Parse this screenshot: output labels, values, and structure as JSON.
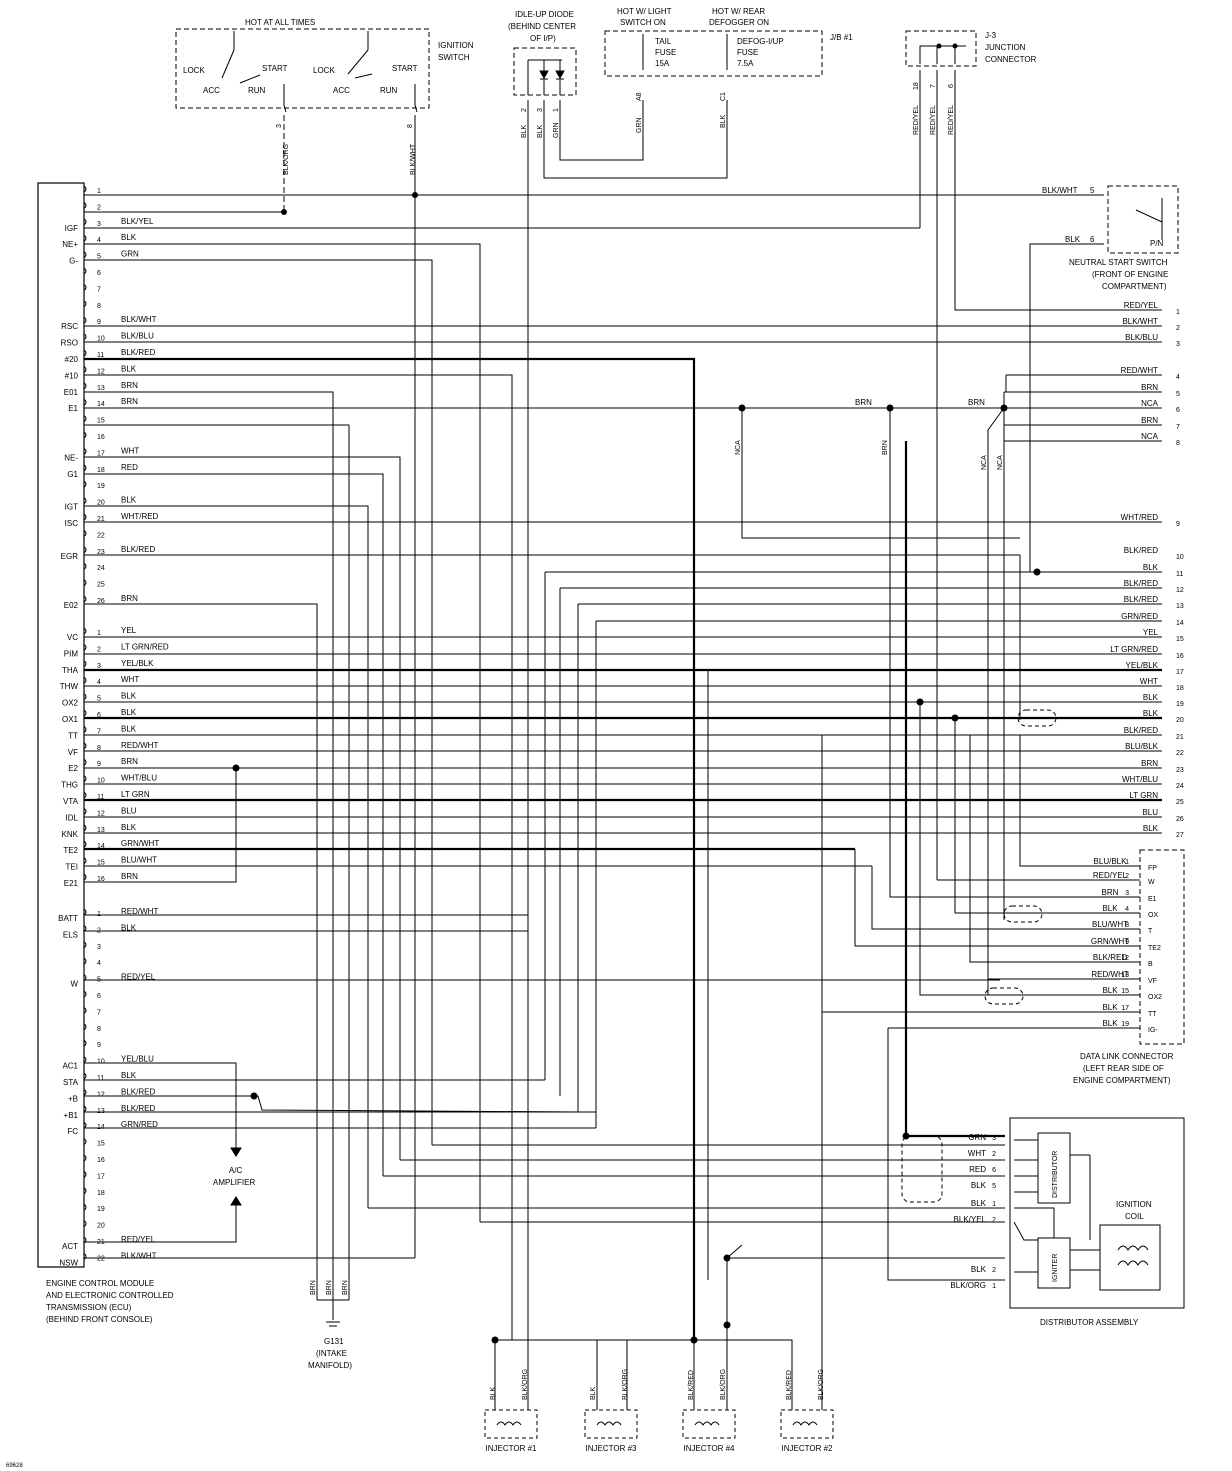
{
  "ecm": {
    "label_lines": [
      "ENGINE CONTROL MODULE",
      "AND ELECTRONIC CONTROLLED",
      "TRANSMISSION (ECU)",
      "(BEHIND FRONT CONSOLE)"
    ],
    "connectors": [
      {
        "pins": [
          {
            "n": "1",
            "name": "",
            "wire": ""
          },
          {
            "n": "2",
            "name": "",
            "wire": ""
          },
          {
            "n": "3",
            "name": "IGF",
            "wire": "BLK/YEL"
          },
          {
            "n": "4",
            "name": "NE+",
            "wire": "BLK"
          },
          {
            "n": "5",
            "name": "G-",
            "wire": "GRN"
          },
          {
            "n": "6",
            "name": "",
            "wire": ""
          },
          {
            "n": "7",
            "name": "",
            "wire": ""
          },
          {
            "n": "8",
            "name": "",
            "wire": ""
          },
          {
            "n": "9",
            "name": "RSC",
            "wire": "BLK/WHT"
          },
          {
            "n": "10",
            "name": "RSO",
            "wire": "BLK/BLU"
          },
          {
            "n": "11",
            "name": "#20",
            "wire": "BLK/RED"
          },
          {
            "n": "12",
            "name": "#10",
            "wire": "BLK"
          },
          {
            "n": "13",
            "name": "E01",
            "wire": "BRN"
          },
          {
            "n": "14",
            "name": "E1",
            "wire": "BRN"
          },
          {
            "n": "15",
            "name": "",
            "wire": ""
          },
          {
            "n": "16",
            "name": "",
            "wire": ""
          },
          {
            "n": "17",
            "name": "NE-",
            "wire": "WHT"
          },
          {
            "n": "18",
            "name": "G1",
            "wire": "RED"
          },
          {
            "n": "19",
            "name": "",
            "wire": ""
          },
          {
            "n": "20",
            "name": "IGT",
            "wire": "BLK"
          },
          {
            "n": "21",
            "name": "ISC",
            "wire": "WHT/RED"
          },
          {
            "n": "22",
            "name": "",
            "wire": ""
          },
          {
            "n": "23",
            "name": "EGR",
            "wire": "BLK/RED"
          },
          {
            "n": "24",
            "name": "",
            "wire": ""
          },
          {
            "n": "25",
            "name": "",
            "wire": ""
          },
          {
            "n": "26",
            "name": "E02",
            "wire": "BRN"
          }
        ]
      },
      {
        "pins": [
          {
            "n": "1",
            "name": "VC",
            "wire": "YEL"
          },
          {
            "n": "2",
            "name": "PIM",
            "wire": "LT GRN/RED"
          },
          {
            "n": "3",
            "name": "THA",
            "wire": "YEL/BLK"
          },
          {
            "n": "4",
            "name": "THW",
            "wire": "WHT"
          },
          {
            "n": "5",
            "name": "OX2",
            "wire": "BLK"
          },
          {
            "n": "6",
            "name": "OX1",
            "wire": "BLK"
          },
          {
            "n": "7",
            "name": "TT",
            "wire": "BLK"
          },
          {
            "n": "8",
            "name": "VF",
            "wire": "RED/WHT"
          },
          {
            "n": "9",
            "name": "E2",
            "wire": "BRN"
          },
          {
            "n": "10",
            "name": "THG",
            "wire": "WHT/BLU"
          },
          {
            "n": "11",
            "name": "VTA",
            "wire": "LT GRN"
          },
          {
            "n": "12",
            "name": "IDL",
            "wire": "BLU"
          },
          {
            "n": "13",
            "name": "KNK",
            "wire": "BLK"
          },
          {
            "n": "14",
            "name": "TE2",
            "wire": "GRN/WHT"
          },
          {
            "n": "15",
            "name": "TEI",
            "wire": "BLU/WHT"
          },
          {
            "n": "16",
            "name": "E21",
            "wire": "BRN"
          }
        ]
      },
      {
        "pins": [
          {
            "n": "1",
            "name": "BATT",
            "wire": "RED/WHT"
          },
          {
            "n": "2",
            "name": "ELS",
            "wire": "BLK"
          },
          {
            "n": "3",
            "name": "",
            "wire": ""
          },
          {
            "n": "4",
            "name": "",
            "wire": ""
          },
          {
            "n": "5",
            "name": "W",
            "wire": "RED/YEL"
          },
          {
            "n": "6",
            "name": "",
            "wire": ""
          },
          {
            "n": "7",
            "name": "",
            "wire": ""
          },
          {
            "n": "8",
            "name": "",
            "wire": ""
          },
          {
            "n": "9",
            "name": "",
            "wire": ""
          },
          {
            "n": "10",
            "name": "AC1",
            "wire": "YEL/BLU"
          },
          {
            "n": "11",
            "name": "STA",
            "wire": "BLK"
          },
          {
            "n": "12",
            "name": "+B",
            "wire": "BLK/RED"
          },
          {
            "n": "13",
            "name": "+B1",
            "wire": "BLK/RED"
          },
          {
            "n": "14",
            "name": "FC",
            "wire": "GRN/RED"
          },
          {
            "n": "15",
            "name": "",
            "wire": ""
          },
          {
            "n": "16",
            "name": "",
            "wire": ""
          },
          {
            "n": "17",
            "name": "",
            "wire": ""
          },
          {
            "n": "18",
            "name": "",
            "wire": ""
          },
          {
            "n": "19",
            "name": "",
            "wire": ""
          },
          {
            "n": "20",
            "name": "",
            "wire": ""
          },
          {
            "n": "21",
            "name": "ACT",
            "wire": "RED/YEL"
          },
          {
            "n": "22",
            "name": "NSW",
            "wire": "BLK/WHT"
          }
        ]
      }
    ]
  },
  "ignition_switch": {
    "title": "HOT AT ALL TIMES",
    "label_lines": [
      "IGNITION",
      "SWITCH"
    ],
    "positions": [
      "LOCK",
      "START",
      "ACC",
      "RUN"
    ],
    "wires": [
      {
        "pin": "3",
        "color": "BLK/ORG"
      },
      {
        "pin": "8",
        "color": "BLK/WHT"
      }
    ]
  },
  "idle_up_diode": {
    "label_lines": [
      "IDLE-UP DIODE",
      "(BEHIND CENTER",
      "OF I/P)"
    ],
    "wires": [
      {
        "pin": "2",
        "color": "BLK"
      },
      {
        "pin": "3",
        "color": "BLK"
      },
      {
        "pin": "1",
        "color": "GRN"
      }
    ]
  },
  "jb1": {
    "name": "J/B #1",
    "hot1_lines": [
      "HOT W/ LIGHT",
      "SWITCH ON"
    ],
    "hot2_lines": [
      "HOT W/ REAR",
      "DEFOGGER ON"
    ],
    "fuse1_lines": [
      "TAIL",
      "FUSE",
      "15A"
    ],
    "fuse2_lines": [
      "DEFOG-I/UP",
      "FUSE",
      "7.5A"
    ],
    "wires": [
      {
        "pin": "A8",
        "color": "GRN"
      },
      {
        "pin": "C1",
        "color": "BLK"
      }
    ]
  },
  "j3": {
    "label_lines": [
      "J-3",
      "JUNCTION",
      "CONNECTOR"
    ],
    "wires": [
      {
        "pin": "18",
        "color": "RED/YEL"
      },
      {
        "pin": "7",
        "color": "RED/YEL"
      },
      {
        "pin": "6",
        "color": "RED/YEL"
      }
    ]
  },
  "neutral_switch": {
    "label_lines": [
      "NEUTRAL START SWITCH",
      "(FRONT OF ENGINE",
      "COMPARTMENT)"
    ],
    "pn": "P/N",
    "wires": [
      {
        "pin": "5",
        "color": "BLK/WHT"
      },
      {
        "pin": "6",
        "color": "BLK"
      }
    ]
  },
  "right_terminals": [
    {
      "n": "1",
      "wire": "RED/YEL"
    },
    {
      "n": "2",
      "wire": "BLK/WHT"
    },
    {
      "n": "3",
      "wire": "BLK/BLU"
    },
    {
      "n": "4",
      "wire": "RED/WHT"
    },
    {
      "n": "5",
      "wire": "BRN"
    },
    {
      "n": "6",
      "wire": "NCA"
    },
    {
      "n": "7",
      "wire": "BRN"
    },
    {
      "n": "8",
      "wire": "NCA"
    },
    {
      "n": "9",
      "wire": "WHT/RED"
    },
    {
      "n": "10",
      "wire": "BLK/RED"
    },
    {
      "n": "11",
      "wire": "BLK"
    },
    {
      "n": "12",
      "wire": "BLK/RED"
    },
    {
      "n": "13",
      "wire": "BLK/RED"
    },
    {
      "n": "14",
      "wire": "GRN/RED"
    },
    {
      "n": "15",
      "wire": "YEL"
    },
    {
      "n": "16",
      "wire": "LT GRN/RED"
    },
    {
      "n": "17",
      "wire": "YEL/BLK"
    },
    {
      "n": "18",
      "wire": "WHT"
    },
    {
      "n": "19",
      "wire": "BLK"
    },
    {
      "n": "20",
      "wire": "BLK"
    },
    {
      "n": "21",
      "wire": "BLK/RED"
    },
    {
      "n": "22",
      "wire": "BLU/BLK"
    },
    {
      "n": "23",
      "wire": "BRN"
    },
    {
      "n": "24",
      "wire": "WHT/BLU"
    },
    {
      "n": "25",
      "wire": "LT GRN"
    },
    {
      "n": "26",
      "wire": "BLU"
    },
    {
      "n": "27",
      "wire": "BLK"
    }
  ],
  "data_link": {
    "label_lines": [
      "DATA LINK CONNECTOR",
      "(LEFT REAR SIDE OF",
      "ENGINE COMPARTMENT)"
    ],
    "pins": [
      {
        "wire": "BLU/BLK",
        "n": "1",
        "term": "FP"
      },
      {
        "wire": "RED/YEL",
        "n": "2",
        "term": "W"
      },
      {
        "wire": "BRN",
        "n": "3",
        "term": "E1"
      },
      {
        "wire": "BLK",
        "n": "4",
        "term": "OX"
      },
      {
        "wire": "BLU/WHT",
        "n": "8",
        "term": "T"
      },
      {
        "wire": "GRN/WHT",
        "n": "9",
        "term": "TE2"
      },
      {
        "wire": "BLK/RED",
        "n": "12",
        "term": "B"
      },
      {
        "wire": "RED/WHT",
        "n": "13",
        "term": "VF"
      },
      {
        "wire": "BLK",
        "n": "15",
        "term": "OX2"
      },
      {
        "wire": "BLK",
        "n": "17",
        "term": "TT"
      },
      {
        "wire": "BLK",
        "n": "19",
        "term": "IG-"
      }
    ]
  },
  "distributor_assembly": {
    "label": "DISTRIBUTOR ASSEMBLY",
    "distributor": "DISTRIBUTOR",
    "igniter": "IGNITER",
    "coil_lines": [
      "IGNITION",
      "COIL"
    ],
    "pins": [
      {
        "wire": "GRN",
        "n": "3"
      },
      {
        "wire": "WHT",
        "n": "2"
      },
      {
        "wire": "RED",
        "n": "6"
      },
      {
        "wire": "BLK",
        "n": "5"
      },
      {
        "wire": "BLK",
        "n": "1"
      },
      {
        "wire": "BLK/YEL",
        "n": "2"
      },
      {
        "wire": "BLK",
        "n": "2"
      },
      {
        "wire": "BLK/ORG",
        "n": "1"
      }
    ]
  },
  "ac_amplifier": {
    "label_lines": [
      "A/C",
      "AMPLIFIER"
    ]
  },
  "ground": {
    "label_lines": [
      "G131",
      "(INTAKE",
      "MANIFOLD)"
    ],
    "wires": [
      "BRN",
      "BRN",
      "BRN"
    ]
  },
  "injectors": [
    {
      "label": "INJECTOR #1",
      "w1": "BLK",
      "w2": "BLK/ORG"
    },
    {
      "label": "INJECTOR #3",
      "w1": "BLK",
      "w2": "BLK/ORG"
    },
    {
      "label": "INJECTOR #4",
      "w1": "BLK/RED",
      "w2": "BLK/ORG"
    },
    {
      "label": "INJECTOR #2",
      "w1": "BLK/RED",
      "w2": "BLK/ORG"
    }
  ],
  "wire_labels": {
    "nca": "NCA",
    "brn": "BRN"
  },
  "figure_id": "69628"
}
